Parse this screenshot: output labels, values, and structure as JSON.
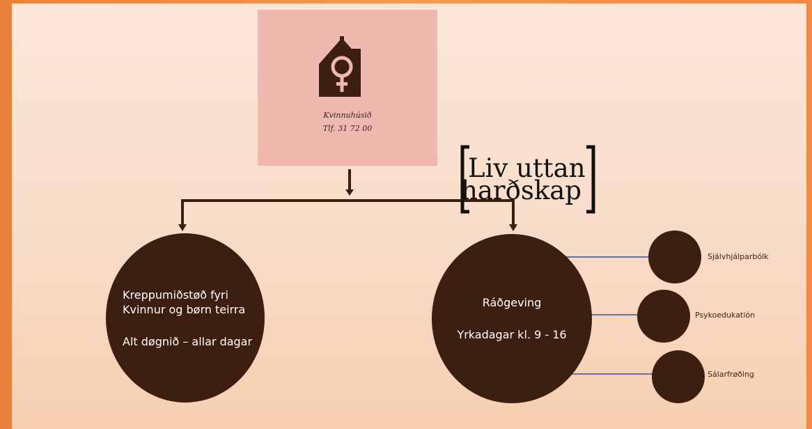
{
  "header": {
    "logo_name": "Kvinnuhúsið",
    "logo_phone": "Tlf. 31 72 00"
  },
  "brand": {
    "line1": "Liv uttan",
    "line2": "harðskap"
  },
  "nodes": {
    "crisis": {
      "line1": "Kreppumiðstøð fyri",
      "line2": "Kvinnur og børn teirra",
      "line3": "Alt døgnið – allar dagar"
    },
    "counsel": {
      "title": "Ráðgeving",
      "hours": "Yrkadagar kl. 9 - 16"
    }
  },
  "services": [
    {
      "label": "Sjálvhjálparbólk"
    },
    {
      "label": "Psykoedukatión"
    },
    {
      "label": "Sálarfrøðing"
    }
  ],
  "colors": {
    "circle": "#3d1f12",
    "logo_box": "#f0b9b0",
    "connector": "#6a6fa8",
    "arrow": "#3d1f12"
  }
}
